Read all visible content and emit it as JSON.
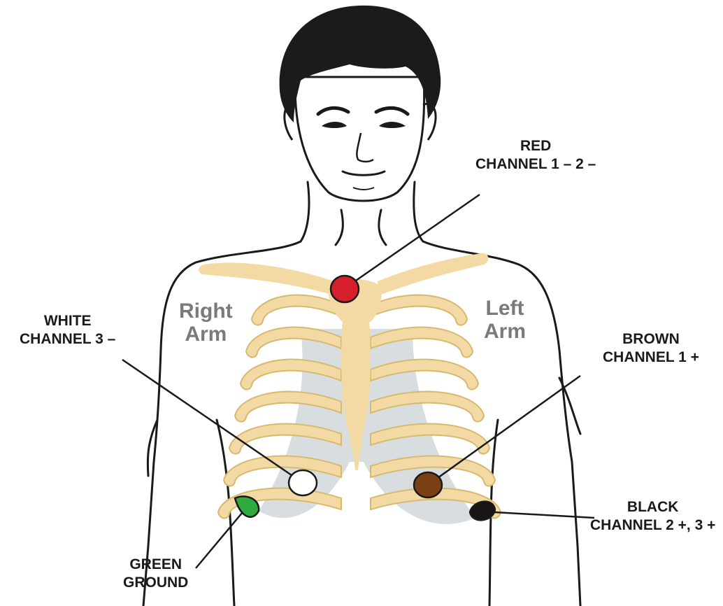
{
  "labels": {
    "red": {
      "line1": "RED",
      "line2": "CHANNEL 1 – 2 –"
    },
    "white": {
      "line1": "WHITE",
      "line2": "CHANNEL 3 –"
    },
    "brown": {
      "line1": "BROWN",
      "line2": "CHANNEL 1 +"
    },
    "black": {
      "line1": "BLACK",
      "line2": "CHANNEL 2 +,  3 +"
    },
    "green": {
      "line1": "GREEN",
      "line2": "GROUND"
    },
    "right_arm": {
      "line1": "Right",
      "line2": "Arm"
    },
    "left_arm": {
      "line1": "Left",
      "line2": "Arm"
    }
  },
  "colors": {
    "red": "#d51f2a",
    "white": "#ffffff",
    "brown": "#7a3f12",
    "black": "#1a1416",
    "green": "#2faa3c",
    "bone": "#f3d9a4",
    "bone_shadow": "#d7b96e",
    "cartilage": "#d8dde0",
    "hair": "#1b1b1b"
  }
}
